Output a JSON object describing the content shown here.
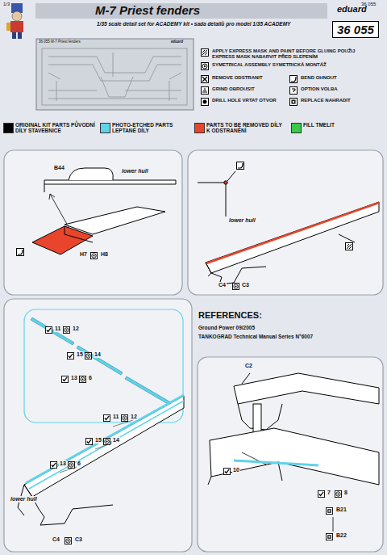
{
  "diagram": {
    "title": "M-7 Priest fenders",
    "nodes": [
      {
        "text": [
          "36 055"
        ]
      }
    ],
    "labels": [
      "1/3",
      "36 055",
      "1/35 scale detail set for ACADEMY kit • sada detailů pro model 1/35 ACADEMY",
      "eduard",
      "B44",
      "lower hull",
      "H7",
      "H8",
      "lower hull",
      "C4",
      "C3",
      "11",
      "12",
      "15",
      "14",
      "13",
      "6",
      "11",
      "12",
      "15",
      "14",
      "13",
      "6",
      "lower hull",
      "C4",
      "C3",
      "REFERENCES:",
      "Ground Power 09/2005",
      "TANKOGRAD Technical Manual Series N°6007",
      "C2",
      "10",
      "7",
      "8",
      "B21",
      "B22",
      "36 055 M-7 Priest fenders",
      "eduard"
    ],
    "legend": [
      {
        "text": "APPLY EXPRESS MASK AND PAINT BEFORE GLUING POUŽIJ EXPRESS MASK NABARVIT PŘED SLEPENÍM"
      },
      {
        "text": "SYMETRICAL ASSEMBLY SYMETRICKÁ MONTÁŽ"
      },
      {
        "text": "REMOVE ODSTRANIT"
      },
      {
        "text": "BEND OHNOUT"
      },
      {
        "text": "GRIND OBROUSIT"
      },
      {
        "text": "OPTION VOLBA"
      },
      {
        "text": "DRILL HOLE VRTAT OTVOR"
      },
      {
        "text": "REPLACE NAHRADIT"
      },
      {
        "text": "ORIGINAL KIT PARTS PŮVODNÍ DÍLY STAVEBNICE",
        "color": "#000000"
      },
      {
        "text": "PHOTO-ETCHED PARTS LEPTANÉ DÍLY",
        "color": "#5fd3ea"
      },
      {
        "text": "PARTS TO BE REMOVED DÍLY K ODSTRANĚNÍ",
        "color": "#e8452c"
      },
      {
        "text": "FILL TMELIT",
        "color": "#3cc84a"
      }
    ]
  }
}
